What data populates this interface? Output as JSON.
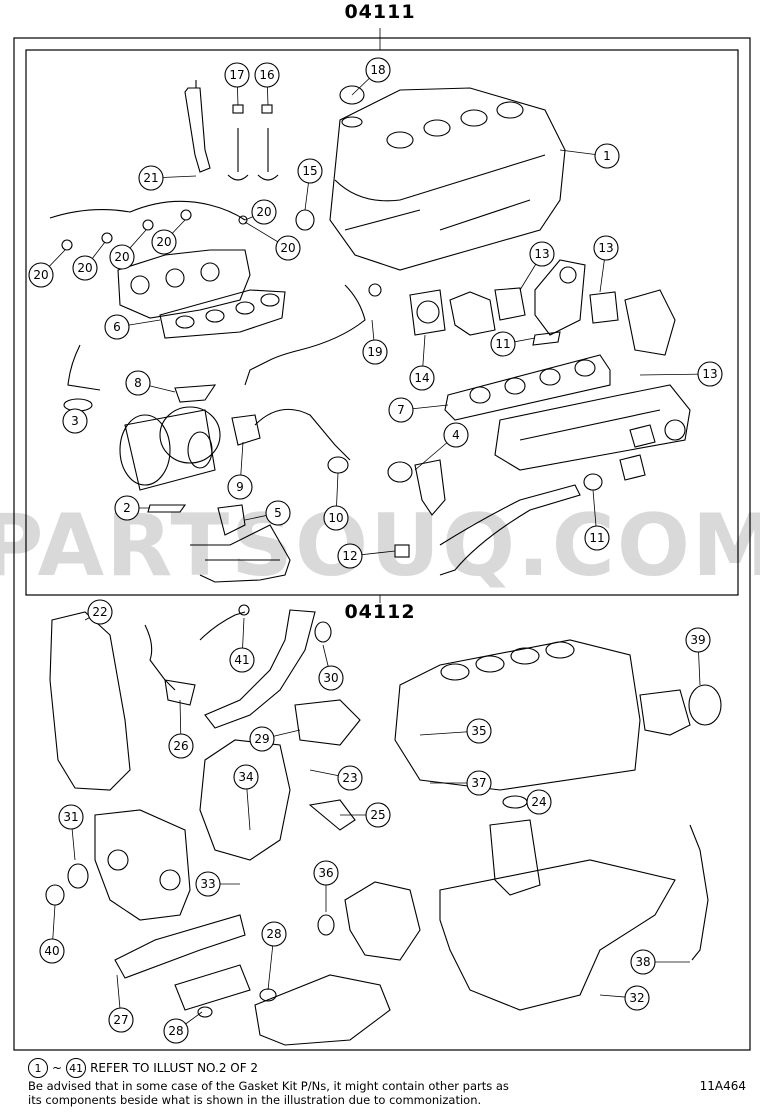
{
  "group_top_label": "04111",
  "group_bottom_label": "04112",
  "watermark": "PARTSOUQ.COM",
  "image_code": "11A464",
  "footer": {
    "range_start": "1",
    "range_sep": "~",
    "range_end": "41",
    "range_text": "REFER TO ILLUST NO.2 OF 2",
    "note_line1": "Be advised that in some case of the Gasket Kit P/Ns,  it might contain other parts as",
    "note_line2": "its components beside what is shown in the illustration due to commonization."
  },
  "callouts": [
    "1",
    "2",
    "3",
    "4",
    "5",
    "6",
    "7",
    "8",
    "9",
    "10",
    "11",
    "11",
    "12",
    "13",
    "13",
    "13",
    "14",
    "15",
    "16",
    "17",
    "18",
    "19",
    "20",
    "20",
    "20",
    "20",
    "20",
    "20",
    "21",
    "22",
    "23",
    "24",
    "25",
    "26",
    "27",
    "28",
    "28",
    "29",
    "30",
    "31",
    "32",
    "33",
    "34",
    "35",
    "36",
    "37",
    "38",
    "39",
    "40",
    "41"
  ]
}
